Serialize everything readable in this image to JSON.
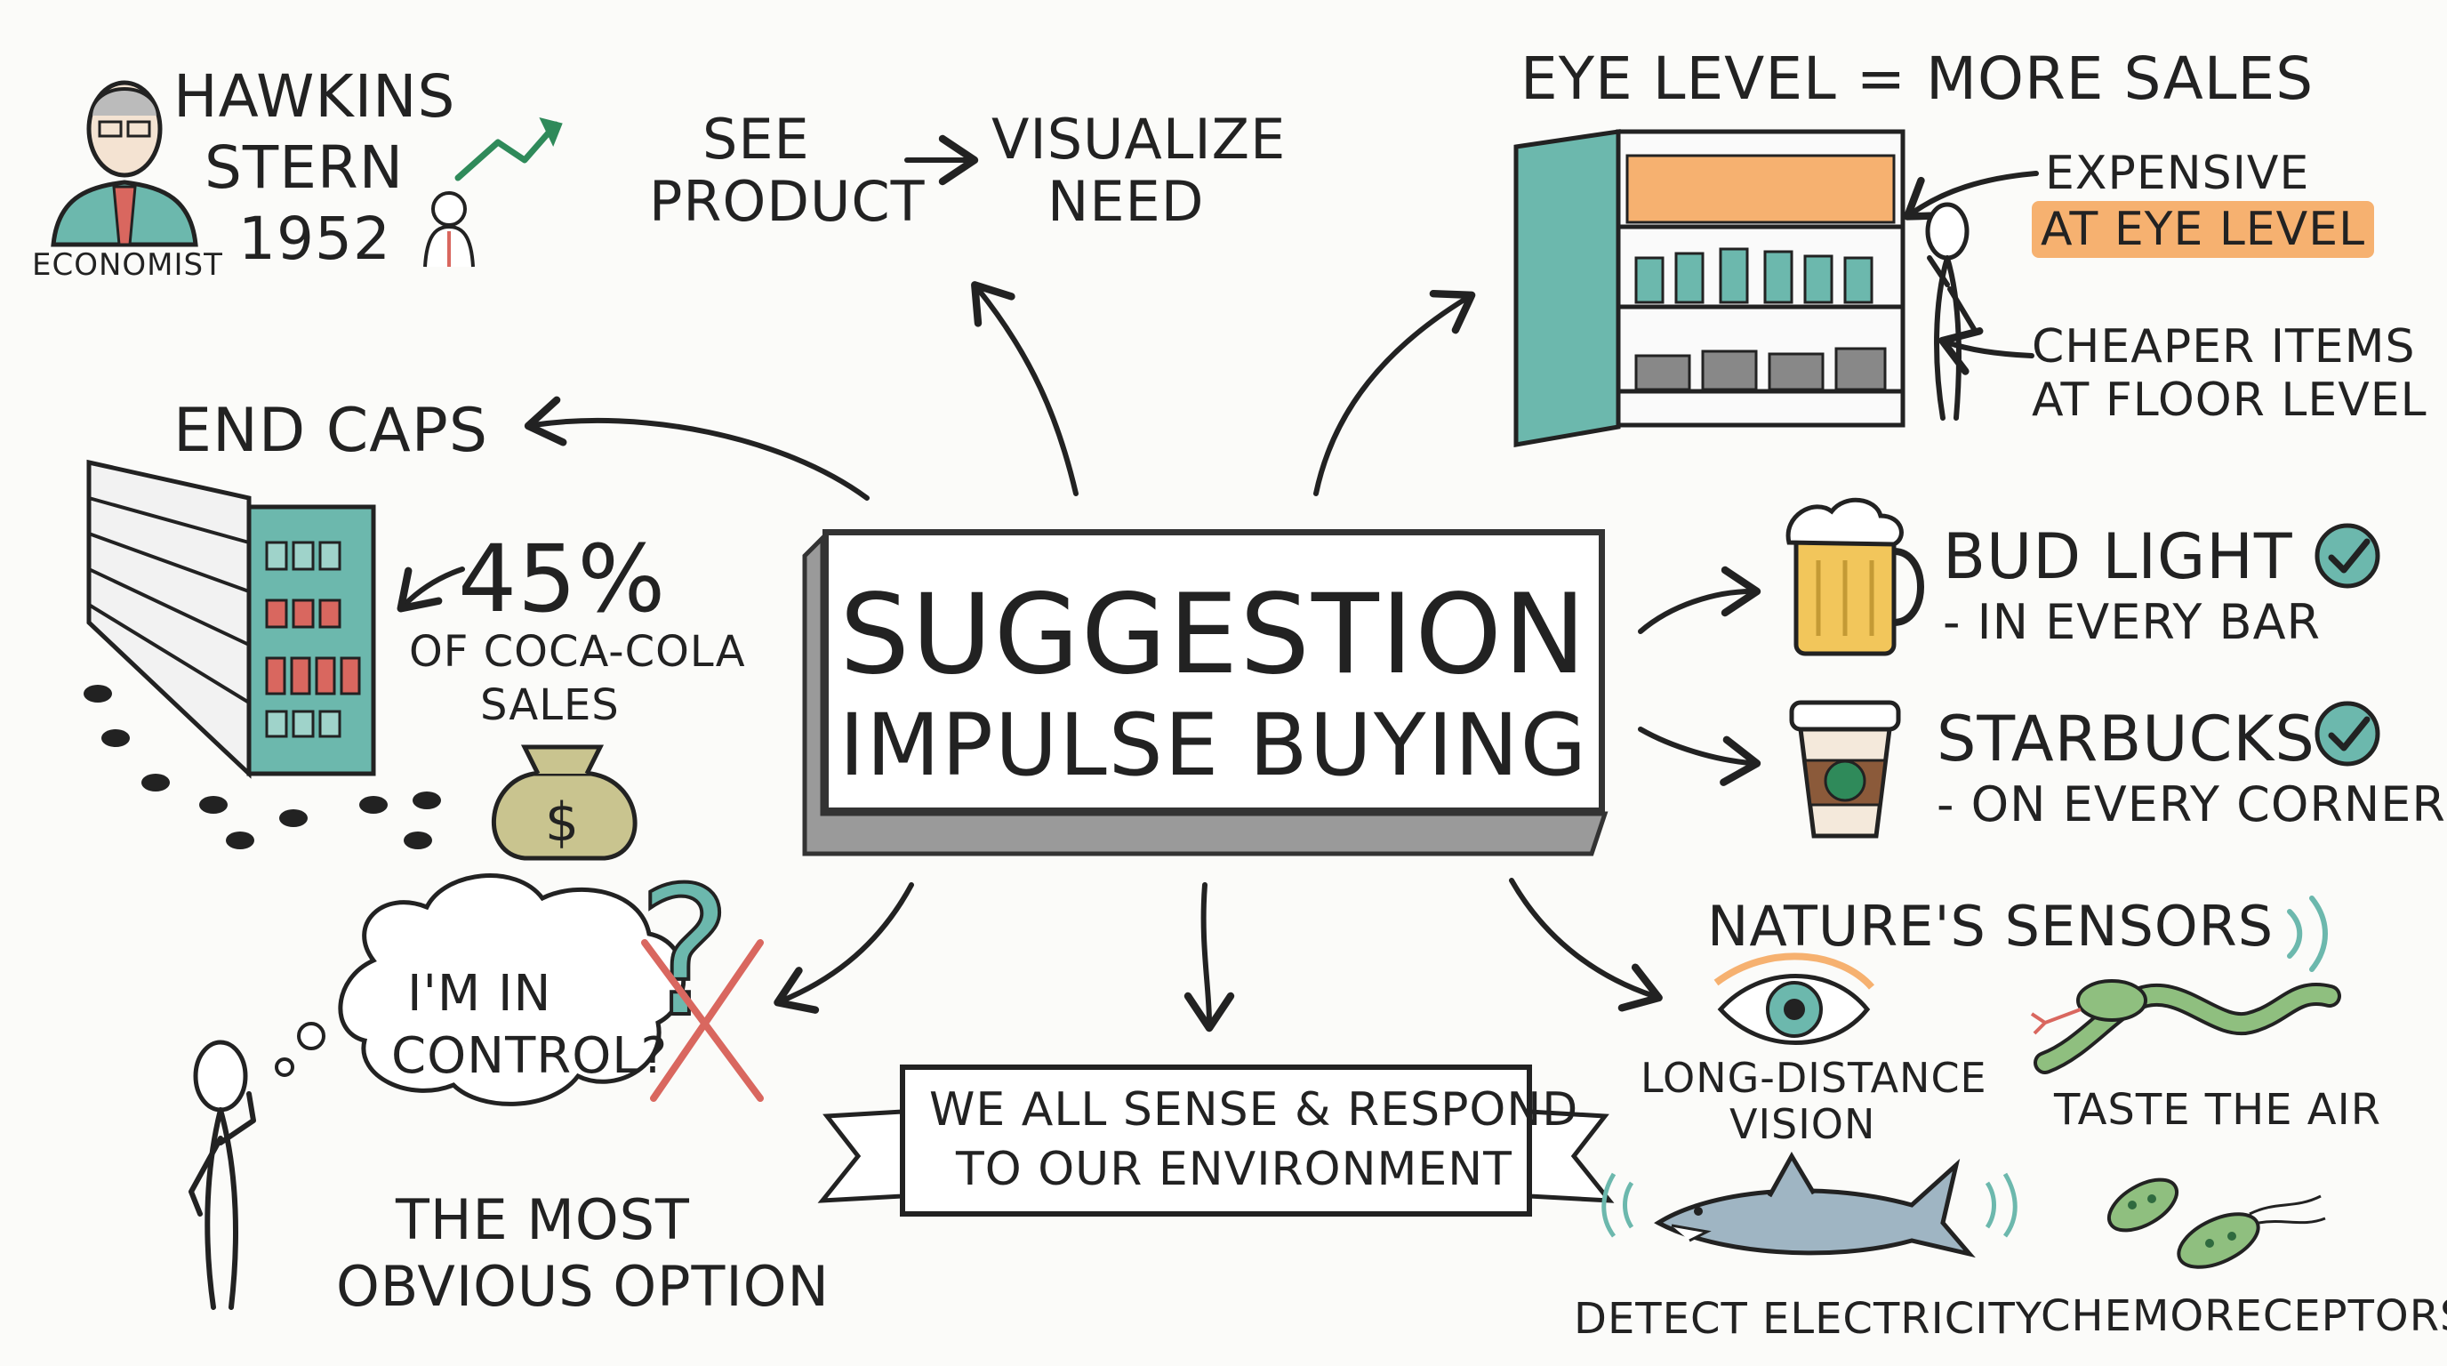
{
  "center": {
    "line1": "SUGGESTION",
    "line2": "IMPULSE BUYING"
  },
  "hawkins": {
    "line1": "HAWKINS",
    "line2": "STERN",
    "line3": "1952",
    "role": "ECONOMIST"
  },
  "see_visualize": {
    "see1": "SEE",
    "see2": "PRODUCT",
    "viz1": "VISUALIZE",
    "viz2": "NEED"
  },
  "eye_level": {
    "title": "EYE LEVEL = MORE SALES",
    "expensive1": "EXPENSIVE",
    "expensive2": "AT EYE LEVEL",
    "cheaper1": "CHEAPER ITEMS",
    "cheaper2": "AT FLOOR LEVEL"
  },
  "end_caps": {
    "title": "END CAPS",
    "pct": "45%",
    "sub1": "OF COCA-COLA",
    "sub2": "SALES"
  },
  "bud": {
    "title": "BUD LIGHT",
    "sub": "- IN EVERY BAR"
  },
  "starbucks": {
    "title": "STARBUCKS",
    "sub": "- ON EVERY CORNER"
  },
  "control": {
    "bubble1": "I'M IN",
    "bubble2": "CONTROL?",
    "caption1": "THE MOST",
    "caption2": "OBVIOUS OPTION"
  },
  "banner": {
    "line1": "WE ALL SENSE & RESPOND",
    "line2": "TO OUR ENVIRONMENT"
  },
  "nature": {
    "title": "NATURE'S SENSORS",
    "vision1": "LONG-DISTANCE",
    "vision2": "VISION",
    "taste": "TASTE THE AIR",
    "electric": "DETECT ELECTRICITY",
    "chemo": "CHEMORECEPTORS"
  },
  "icons": [
    "economist-icon",
    "trend-arrow-icon",
    "shelf-icon",
    "stick-figure-icon",
    "end-cap-shelf-icon",
    "footprints-icon",
    "money-bag-icon",
    "beer-mug-icon",
    "coffee-cup-icon",
    "check-icon",
    "thought-bubble-icon",
    "question-mark-icon",
    "banner-icon",
    "eye-icon",
    "snake-icon",
    "shark-icon",
    "bacteria-icon"
  ],
  "colors": {
    "teal": "#6cb8ad",
    "orange": "#f6b170",
    "money": "#c9c48f",
    "beer": "#f2c65b",
    "starbucks": "#2f8a5a",
    "cross": "#d9675f"
  }
}
